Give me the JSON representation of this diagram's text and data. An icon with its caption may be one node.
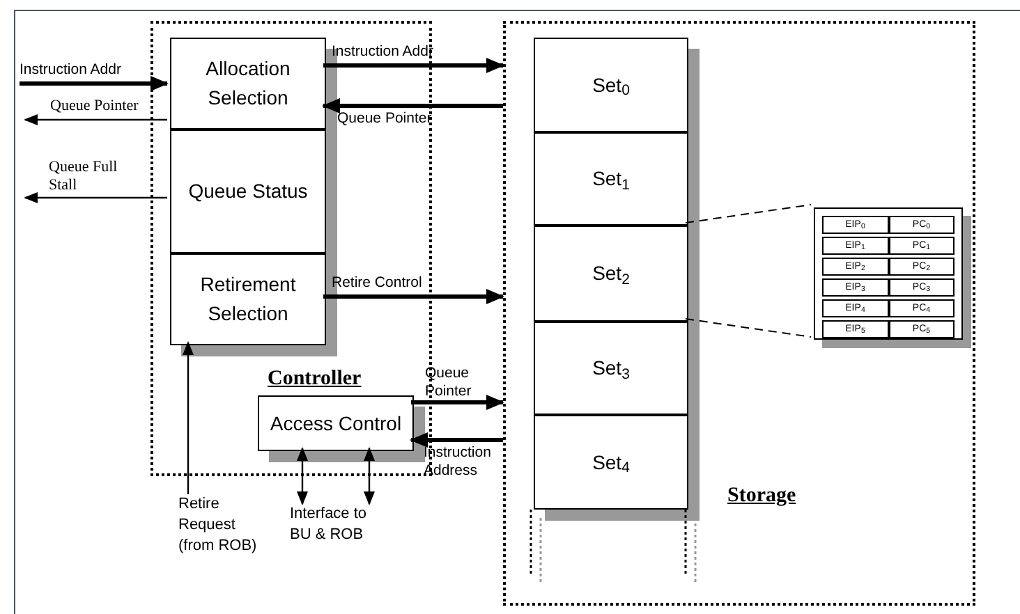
{
  "diagram": {
    "nodes": [
      {
        "text": [
          "Controller"
        ]
      },
      {
        "text": [
          "Storage"
        ]
      },
      {
        "text": [
          "Allocation Selection"
        ],
        "in": 0
      },
      {
        "text": [
          "Queue Status"
        ],
        "in": 0
      },
      {
        "text": [
          "Retirement Selection"
        ],
        "in": 0
      },
      {
        "text": [
          "Access Control"
        ],
        "in": 0
      },
      {
        "text": [
          "Set$_{0}$"
        ],
        "in": 1
      },
      {
        "text": [
          "Set$_{1}$"
        ],
        "in": 1
      },
      {
        "text": [
          "Set$_{2}$"
        ],
        "in": 1
      },
      {
        "text": [
          "Set$_{3}$"
        ],
        "in": 1
      },
      {
        "text": [
          "Set$_{4}$"
        ],
        "in": 1
      },
      {
        "text": [],
        "shape": "box",
        "in": 1
      },
      {
        "text": [
          "Retire Request (from ROB)"
        ]
      },
      {
        "text": [
          "Interface to BU & ROB"
        ]
      }
    ],
    "edges": [
      {
        "from": null,
        "to": 2,
        "arrow": "to",
        "label": "Instruction Addr",
        "style": "thick"
      },
      {
        "from": 2,
        "to": null,
        "arrow": "to",
        "label": "Queue Pointer"
      },
      {
        "from": 3,
        "to": null,
        "arrow": "to",
        "label": "Queue Full Stall"
      },
      {
        "from": 2,
        "to": 1,
        "arrow": "to",
        "label": "Instruction Addr",
        "style": "thick"
      },
      {
        "from": 1,
        "to": 2,
        "arrow": "to",
        "label": "Queue Pointer",
        "style": "thick"
      },
      {
        "from": 4,
        "to": 1,
        "arrow": "to",
        "label": "Retire Control",
        "style": "thick"
      },
      {
        "from": 5,
        "to": 1,
        "arrow": "to",
        "label": "Queue Pointer",
        "style": "thick"
      },
      {
        "from": 1,
        "to": 5,
        "arrow": "to",
        "label": "Instruction Address",
        "style": "thick"
      },
      {
        "from": 12,
        "to": 4,
        "arrow": "to"
      },
      {
        "from": 5,
        "to": 13,
        "arrow": "both"
      },
      {
        "from": 5,
        "to": 13,
        "arrow": "both"
      },
      {
        "from": 8,
        "to": 11,
        "arrow": "none",
        "style": "dashed"
      },
      {
        "from": 8,
        "to": 11,
        "arrow": "none",
        "style": "dashed"
      }
    ],
    "labels": [
      "EIP$_{0}$",
      "PC$_{0}$",
      "EIP$_{1}$",
      "PC$_{1}$",
      "EIP$_{2}$",
      "PC$_{2}$",
      "EIP$_{3}$",
      "PC$_{3}$",
      "EIP$_{4}$",
      "PC$_{4}$",
      "EIP$_{5}$",
      "PC$_{5}$"
    ]
  }
}
